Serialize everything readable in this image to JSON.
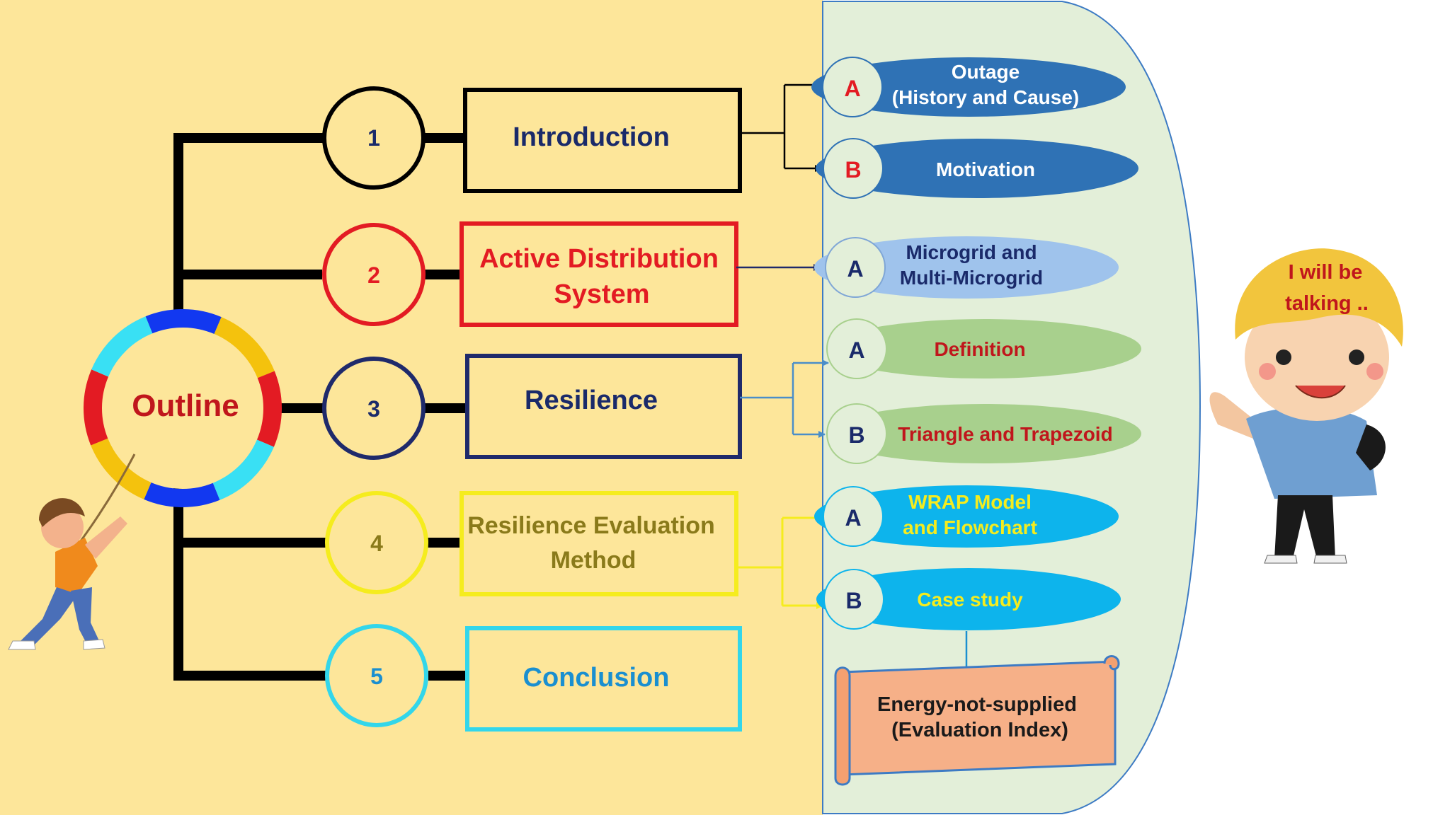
{
  "outline": {
    "label": "Outline"
  },
  "sections": [
    {
      "number": "1",
      "title_lines": [
        "Introduction"
      ],
      "color": "#000000"
    },
    {
      "number": "2",
      "title_lines": [
        "Active Distribution",
        "System"
      ],
      "color": "#e31b23"
    },
    {
      "number": "3",
      "title_lines": [
        "Resilience"
      ],
      "color": "#1f2a6b"
    },
    {
      "number": "4",
      "title_lines": [
        "Resilience Evaluation",
        "Method"
      ],
      "color": "#f5ec1e"
    },
    {
      "number": "5",
      "title_lines": [
        "Conclusion"
      ],
      "color": "#33d6ea"
    }
  ],
  "subtopics": [
    {
      "letter": "A",
      "letter_color": "#e31b23",
      "lines": [
        "Outage",
        "(History and Cause)"
      ],
      "text_color": "#ffffff",
      "fill": "#2f72b5"
    },
    {
      "letter": "B",
      "letter_color": "#e31b23",
      "lines": [
        "Motivation"
      ],
      "text_color": "#ffffff",
      "fill": "#2f72b5"
    },
    {
      "letter": "A",
      "letter_color": "#1a2a6a",
      "lines": [
        "Microgrid and",
        "Multi-Microgrid"
      ],
      "text_color": "#1a2a6a",
      "fill": "#9fc3ec"
    },
    {
      "letter": "A",
      "letter_color": "#1a2a6a",
      "lines": [
        "Definition"
      ],
      "text_color": "#c0161c",
      "fill": "#a8d08d"
    },
    {
      "letter": "B",
      "letter_color": "#1a2a6a",
      "lines": [
        "Triangle and Trapezoid"
      ],
      "text_color": "#c0161c",
      "fill": "#a8d08d"
    },
    {
      "letter": "A",
      "letter_color": "#1a2a6a",
      "lines": [
        "WRAP Model",
        "and Flowchart"
      ],
      "text_color": "#f5ec1e",
      "fill": "#0db4ec"
    },
    {
      "letter": "B",
      "letter_color": "#1a2a6a",
      "lines": [
        "Case study"
      ],
      "text_color": "#f5ec1e",
      "fill": "#0db4ec"
    }
  ],
  "scroll": {
    "lines": [
      "Energy-not-supplied",
      "(Evaluation Index)"
    ],
    "fill": "#f6b088"
  },
  "speech": {
    "lines": [
      "I will be",
      "talking .."
    ],
    "text_color": "#c0161c"
  },
  "colors": {
    "left_background": "#fde69a",
    "right_panel": "#e3efd9",
    "ring_segments": [
      "#1238f0",
      "#f4c20d",
      "#e31b23",
      "#39e0f4",
      "#1238f0",
      "#f4c20d",
      "#e31b23",
      "#39e0f4"
    ]
  }
}
